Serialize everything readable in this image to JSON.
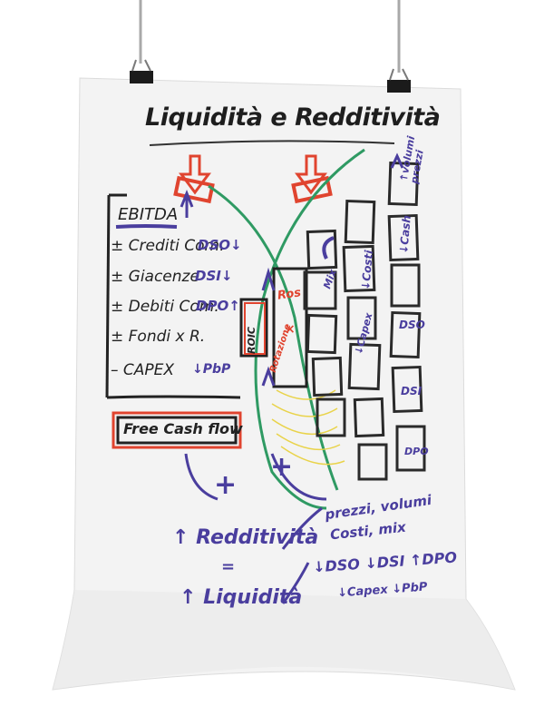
{
  "title": "Liquidità e Redditività",
  "colors": {
    "paper": "#f3f3f3",
    "black_marker": "#222222",
    "red_marker": "#e0442f",
    "blue_marker": "#4a3e9e",
    "green_marker": "#2f9a63",
    "yellow_marker": "#e9d34a"
  },
  "cash_flow_list": {
    "ebitda": "EBITDA",
    "crediti": "± Crediti Com.",
    "crediti_note": "DSO↓",
    "giacenze": "± Giacenze",
    "giacenze_note": "DSI↓",
    "debiti": "± Debiti Com.",
    "debiti_note": "DPO↑",
    "fondi": "± Fondi x R.",
    "capex": "– CAPEX",
    "capex_note": "↓PbP",
    "free_cash_flow": "Free Cash flow"
  },
  "center": {
    "roic": "ROIC",
    "ros": "Ros",
    "times": "×",
    "rotazione": "Rotazione",
    "plus_left": "+",
    "plus_right": "+"
  },
  "bars": {
    "volumi_prezzi": "↑volumi prezzi",
    "mix": "Mix",
    "costi": "↓Costi",
    "capex": "↓Capex",
    "cash": "↓Cash",
    "dso": "DSO",
    "dsi": "DSI",
    "dpo": "DPO"
  },
  "bottom": {
    "redditivita": "↑ Redditività",
    "liquidita": "↑ Liquidità",
    "equals": "=",
    "prezzi_volumi": "prezzi, volumi",
    "costi_mix": "Costi, mix",
    "dso_line": "↓DSO ↓DSI ↑DPO",
    "capex_line": "↓Capex ↓PbP"
  }
}
